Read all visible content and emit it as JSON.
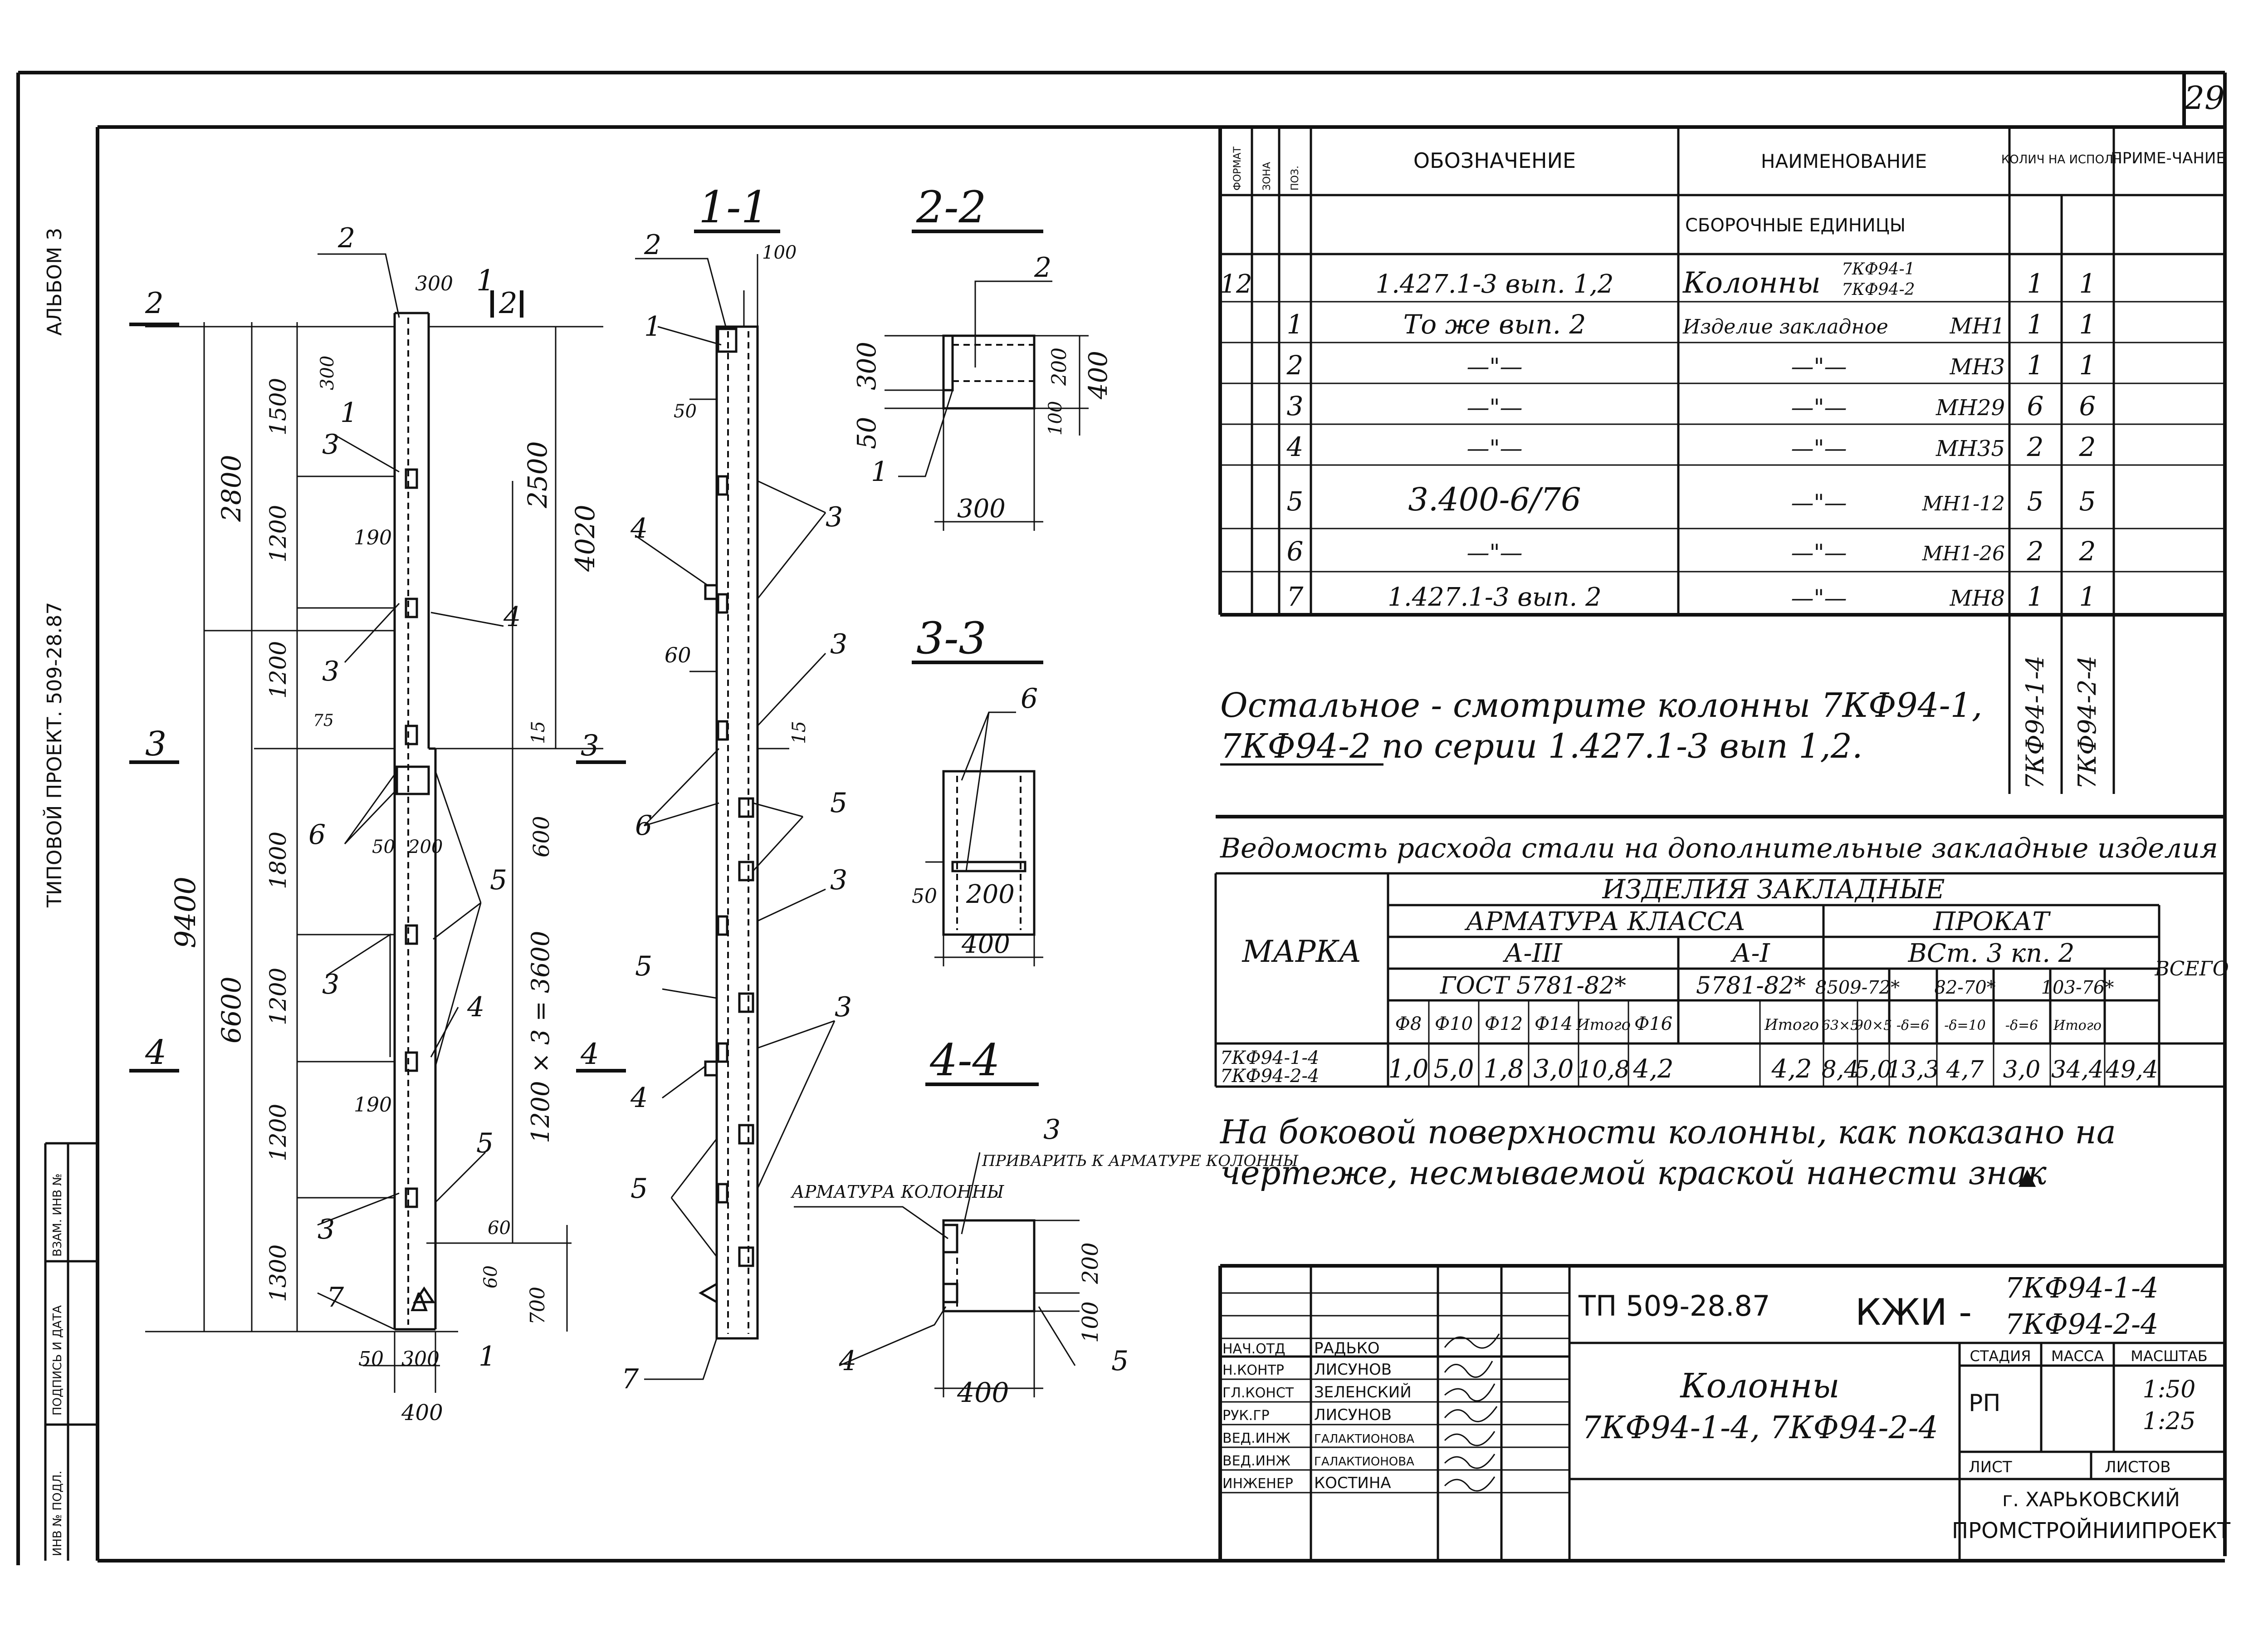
{
  "sheet_number": "29",
  "left_margin": {
    "album": "АЛЬБОМ 3",
    "project": "ТИПОВОЙ ПРОЕКТ. 509-28.87",
    "stamp_cells": [
      "ИНВ № ПОДЛ.",
      "ПОДПИСЬ И ДАТА",
      "ВЗАМ. ИНВ №"
    ]
  },
  "elevation": {
    "labels": {
      "a2": "2",
      "a3": "3",
      "a4": "4",
      "d300": "300",
      "d50": "50",
      "d300b": "300",
      "d400": "400",
      "d9400": "9400",
      "d2800": "2800",
      "d6600": "6600",
      "d1500": "1500",
      "d1200a": "1200",
      "d1200b": "1200",
      "d1800": "1800",
      "d1200c": "1200",
      "d1200d": "1200",
      "d1300": "1300",
      "d2500": "2500",
      "d4020": "4020",
      "d600": "600",
      "d3600": "1200 × 3 = 3600",
      "d700": "700",
      "d190a": "190",
      "d190b": "190",
      "d200": "200",
      "d50b": "50",
      "d60": "60",
      "d75": "75",
      "d15": "15",
      "d300c": "300",
      "p1": "1",
      "p2": "2",
      "p3a": "3",
      "p3b": "3",
      "p3c": "3",
      "p3d": "3",
      "p4a": "4",
      "p4b": "4",
      "p5a": "5",
      "p5b": "5",
      "p6": "6",
      "p7": "7",
      "p1b": "1",
      "tri": "Δ"
    }
  },
  "sections": {
    "s11": {
      "title": "1-1",
      "d100": "100",
      "d50": "50",
      "d60": "60",
      "d15": "15",
      "p1": "1",
      "p2": "2",
      "p3a": "3",
      "p3b": "3",
      "p3c": "3",
      "p3d": "3",
      "p4a": "4",
      "p4b": "4",
      "p5a": "5",
      "p5b": "5",
      "p5c": "5",
      "p6": "6",
      "p7": "7"
    },
    "s22": {
      "title": "2-2",
      "d300": "300",
      "d50": "50",
      "d200": "200",
      "d100": "100",
      "d400": "400",
      "d300b": "300",
      "p1": "1",
      "p2": "2"
    },
    "s33": {
      "title": "3-3",
      "d50": "50",
      "d200": "200",
      "d400": "400",
      "p6": "6"
    },
    "s44": {
      "title": "4-4",
      "p3": "3",
      "note_left": "АРМАТУРА КОЛОННЫ",
      "note_right": "ПРИВАРИТЬ К АРМАТУРЕ КОЛОННЫ",
      "d200": "200",
      "d100": "100",
      "d400": "400",
      "p4": "4",
      "p5": "5"
    }
  },
  "spec_table": {
    "headers": {
      "format": "ФОРМАТ",
      "zone": "ЗОНА",
      "pos": "ПОЗ.",
      "designation": "ОБОЗНАЧЕНИЕ",
      "name": "НАИМЕНОВАНИЕ",
      "qty": "КОЛИЧ НА ИСПОЛН",
      "note": "ПРИМЕ-ЧАНИЕ"
    },
    "subheader": "СБОРОЧНЫЕ ЕДИНИЦЫ",
    "rows": [
      {
        "format": "12",
        "pos": "",
        "designation": "1.427.1-3 вып. 1,2",
        "name": "Колонны",
        "name2a": "7КФ94-1",
        "name2b": "7КФ94-2",
        "q1": "1",
        "q2": "1"
      },
      {
        "format": "",
        "pos": "1",
        "designation": "То же вып. 2",
        "name": "Изделие закладное",
        "name2a": "МН1",
        "name2b": "",
        "q1": "1",
        "q2": "1"
      },
      {
        "format": "",
        "pos": "2",
        "designation": "—\"—",
        "name": "—\"—",
        "name2a": "МН3",
        "name2b": "",
        "q1": "1",
        "q2": "1"
      },
      {
        "format": "",
        "pos": "3",
        "designation": "—\"—",
        "name": "—\"—",
        "name2a": "МН29",
        "name2b": "",
        "q1": "6",
        "q2": "6"
      },
      {
        "format": "",
        "pos": "4",
        "designation": "—\"—",
        "name": "—\"—",
        "name2a": "МН35",
        "name2b": "",
        "q1": "2",
        "q2": "2"
      },
      {
        "format": "",
        "pos": "5",
        "designation": "3.400-6/76",
        "name": "—\"—",
        "name2a": "МН1-12",
        "name2b": "",
        "q1": "5",
        "q2": "5"
      },
      {
        "format": "",
        "pos": "6",
        "designation": "—\"—",
        "name": "—\"—",
        "name2a": "МН1-26",
        "name2b": "",
        "q1": "2",
        "q2": "2"
      },
      {
        "format": "",
        "pos": "7",
        "designation": "1.427.1-3 вып. 2",
        "name": "—\"—",
        "name2a": "МН8",
        "name2b": "",
        "q1": "1",
        "q2": "1"
      }
    ],
    "variant_a": "7КФ94-1-4",
    "variant_b": "7КФ94-2-4"
  },
  "note1_line1": "Остальное - смотрите колонны 7КФ94-1,",
  "note1_line2": "7КФ94-2 по серии 1.427.1-3 вып 1,2.",
  "steel_table": {
    "title": "Ведомость расхода стали на дополнительные закладные изделия",
    "h_items": "ИЗДЕЛИЯ ЗАКЛАДНЫЕ",
    "h_mark": "МАРКА",
    "h_rebar": "АРМАТУРА КЛАССА",
    "h_rolled": "ПРОКАТ",
    "h_a3": "А-III",
    "h_a1": "А-I",
    "h_vst": "ВСт. 3 кп. 2",
    "h_total": "ВСЕГО",
    "h_gost1": "ГОСТ 5781-82*",
    "h_gost2": "5781-82*",
    "h_gost3": "8509-72*",
    "h_gost4": "82-70*",
    "h_gost5": "103-76*",
    "subcols": [
      "Ф8",
      "Ф10",
      "Ф12",
      "Ф14",
      "Итого",
      "Ф16",
      "Итого",
      "63×5",
      "90×5",
      "-δ=6",
      "-δ=10",
      "-δ=6",
      "Итого"
    ],
    "mark1": "7КФ94-1-4",
    "mark2": "7КФ94-2-4",
    "values": [
      "1,0",
      "5,0",
      "1,8",
      "3,0",
      "10,8",
      "4,2",
      "4,2",
      "8,4",
      "5,0",
      "13,3",
      "4,7",
      "3,0",
      "34,4",
      "49,4"
    ]
  },
  "note2_line1": "На боковой поверхности колонны, как показано на",
  "note2_line2": "чертеже, несмываемой краской нанести знак",
  "note2_sign": "▲",
  "title_block": {
    "code": "ТП 509-28.87",
    "kzh": "КЖИ -",
    "mark1": "7КФ94-1-4",
    "mark2": "7КФ94-2-4",
    "staff": [
      {
        "role": "НАЧ.ОТД",
        "name": "РАДЬКО"
      },
      {
        "role": "Н.КОНТР",
        "name": "ЛИСУНОВ"
      },
      {
        "role": "ГЛ.КОНСТ",
        "name": "ЗЕЛЕНСКИЙ"
      },
      {
        "role": "РУК.ГР",
        "name": "ЛИСУНОВ"
      },
      {
        "role": "ВЕД.ИНЖ",
        "name": "ГАЛАКТИОНОВА"
      },
      {
        "role": "ВЕД.ИНЖ",
        "name": "ГАЛАКТИОНОВА"
      },
      {
        "role": "ИНЖЕНЕР",
        "name": "КОСТИНА"
      }
    ],
    "drawing_title1": "Колонны",
    "drawing_title2": "7КФ94-1-4, 7КФ94-2-4",
    "h_stage": "СТАДИЯ",
    "h_mass": "МАССА",
    "h_scale": "МАСШТАБ",
    "stage": "РП",
    "scale1": "1:50",
    "scale2": "1:25",
    "h_sheet": "ЛИСТ",
    "h_sheets": "ЛИСТОВ",
    "org1": "г. ХАРЬКОВСКИЙ",
    "org2": "ПРОМСТРОЙНИИПРОЕКТ"
  }
}
